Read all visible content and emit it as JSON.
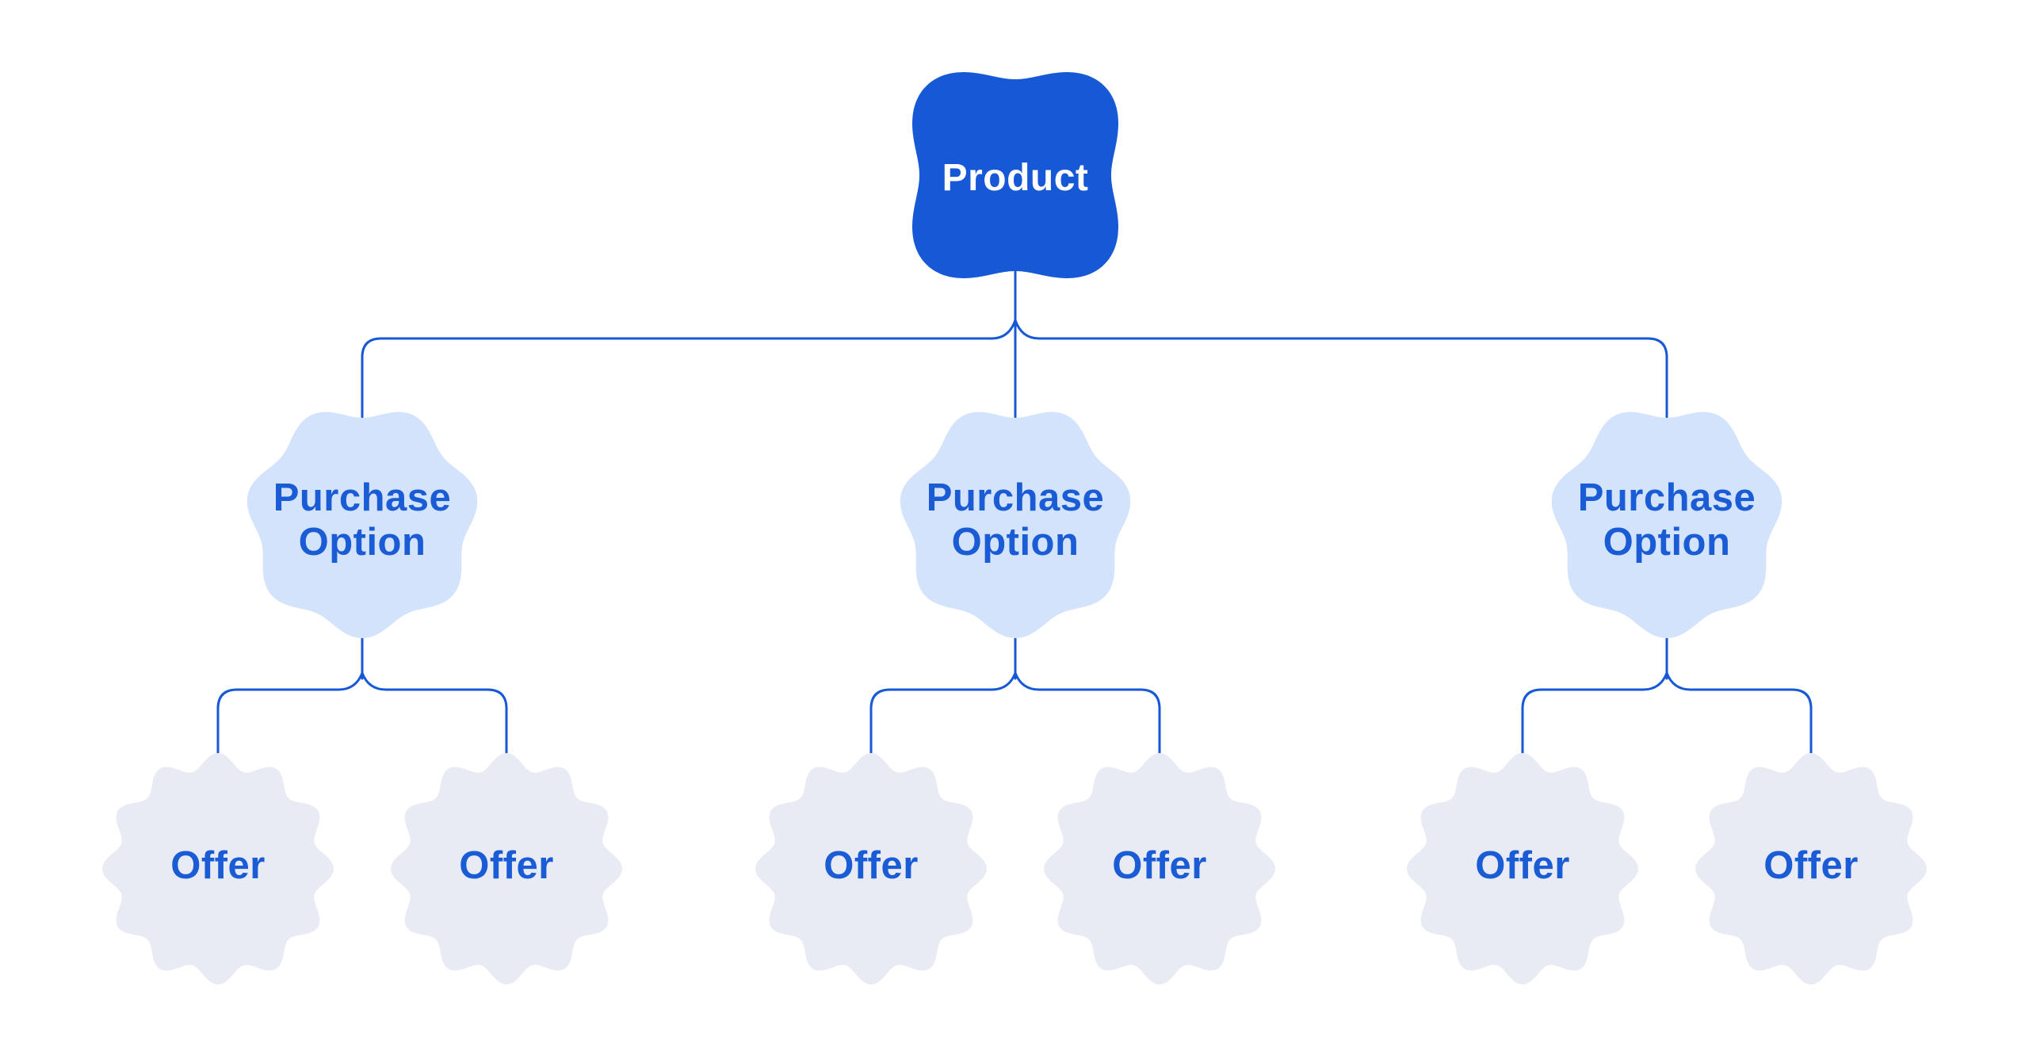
{
  "diagram": {
    "background": "#ffffff",
    "colors": {
      "product_fill": "#1658d6",
      "product_text": "#ffffff",
      "purchase_option_fill": "#d4e3fc",
      "offer_fill": "#e8ebf4",
      "node_text": "#1a5cd6",
      "connector": "#1658d6"
    },
    "product": {
      "label": "Product"
    },
    "purchase_options": [
      {
        "label_line1": "Purchase",
        "label_line2": "Option",
        "offers": [
          {
            "label": "Offer"
          },
          {
            "label": "Offer"
          }
        ]
      },
      {
        "label_line1": "Purchase",
        "label_line2": "Option",
        "offers": [
          {
            "label": "Offer"
          },
          {
            "label": "Offer"
          }
        ]
      },
      {
        "label_line1": "Purchase",
        "label_line2": "Option",
        "offers": [
          {
            "label": "Offer"
          },
          {
            "label": "Offer"
          }
        ]
      }
    ]
  }
}
